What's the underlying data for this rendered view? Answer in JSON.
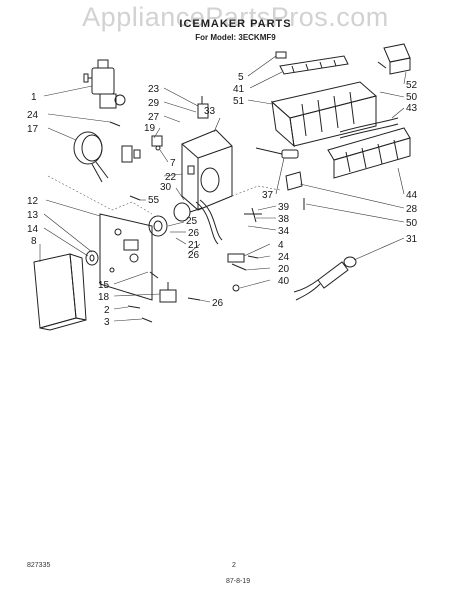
{
  "watermark": "AppliancePartsPros.com",
  "title": "ICEMAKER PARTS",
  "subtitle": "For Model: 3ECKMF9",
  "footer_left": "827335",
  "footer_page": "2",
  "footer_code": "87-8-19",
  "callouts": [
    {
      "id": "c1",
      "label": "1"
    },
    {
      "id": "c24a",
      "label": "24"
    },
    {
      "id": "c17",
      "label": "17"
    },
    {
      "id": "c23",
      "label": "23"
    },
    {
      "id": "c29",
      "label": "29"
    },
    {
      "id": "c27",
      "label": "27"
    },
    {
      "id": "c19",
      "label": "19"
    },
    {
      "id": "c33",
      "label": "33"
    },
    {
      "id": "c7",
      "label": "7"
    },
    {
      "id": "c22",
      "label": "22"
    },
    {
      "id": "c30",
      "label": "30"
    },
    {
      "id": "c12",
      "label": "12"
    },
    {
      "id": "c55",
      "label": "55"
    },
    {
      "id": "c13",
      "label": "13"
    },
    {
      "id": "c25",
      "label": "25"
    },
    {
      "id": "c14",
      "label": "14"
    },
    {
      "id": "c26a",
      "label": "26"
    },
    {
      "id": "c21",
      "label": "21"
    },
    {
      "id": "c8",
      "label": "8"
    },
    {
      "id": "c26b",
      "label": "26"
    },
    {
      "id": "c5",
      "label": "5"
    },
    {
      "id": "c41",
      "label": "41"
    },
    {
      "id": "c52",
      "label": "52"
    },
    {
      "id": "c50a",
      "label": "50"
    },
    {
      "id": "c51",
      "label": "51"
    },
    {
      "id": "c43",
      "label": "43"
    },
    {
      "id": "c37",
      "label": "37"
    },
    {
      "id": "c39",
      "label": "39"
    },
    {
      "id": "c38",
      "label": "38"
    },
    {
      "id": "c34",
      "label": "34"
    },
    {
      "id": "c44",
      "label": "44"
    },
    {
      "id": "c28",
      "label": "28"
    },
    {
      "id": "c50b",
      "label": "50"
    },
    {
      "id": "c31",
      "label": "31"
    },
    {
      "id": "c4",
      "label": "4"
    },
    {
      "id": "c24b",
      "label": "24"
    },
    {
      "id": "c20",
      "label": "20"
    },
    {
      "id": "c40",
      "label": "40"
    },
    {
      "id": "c15",
      "label": "15"
    },
    {
      "id": "c18",
      "label": "18"
    },
    {
      "id": "c2",
      "label": "2"
    },
    {
      "id": "c3",
      "label": "3"
    },
    {
      "id": "c26c",
      "label": "26"
    }
  ]
}
